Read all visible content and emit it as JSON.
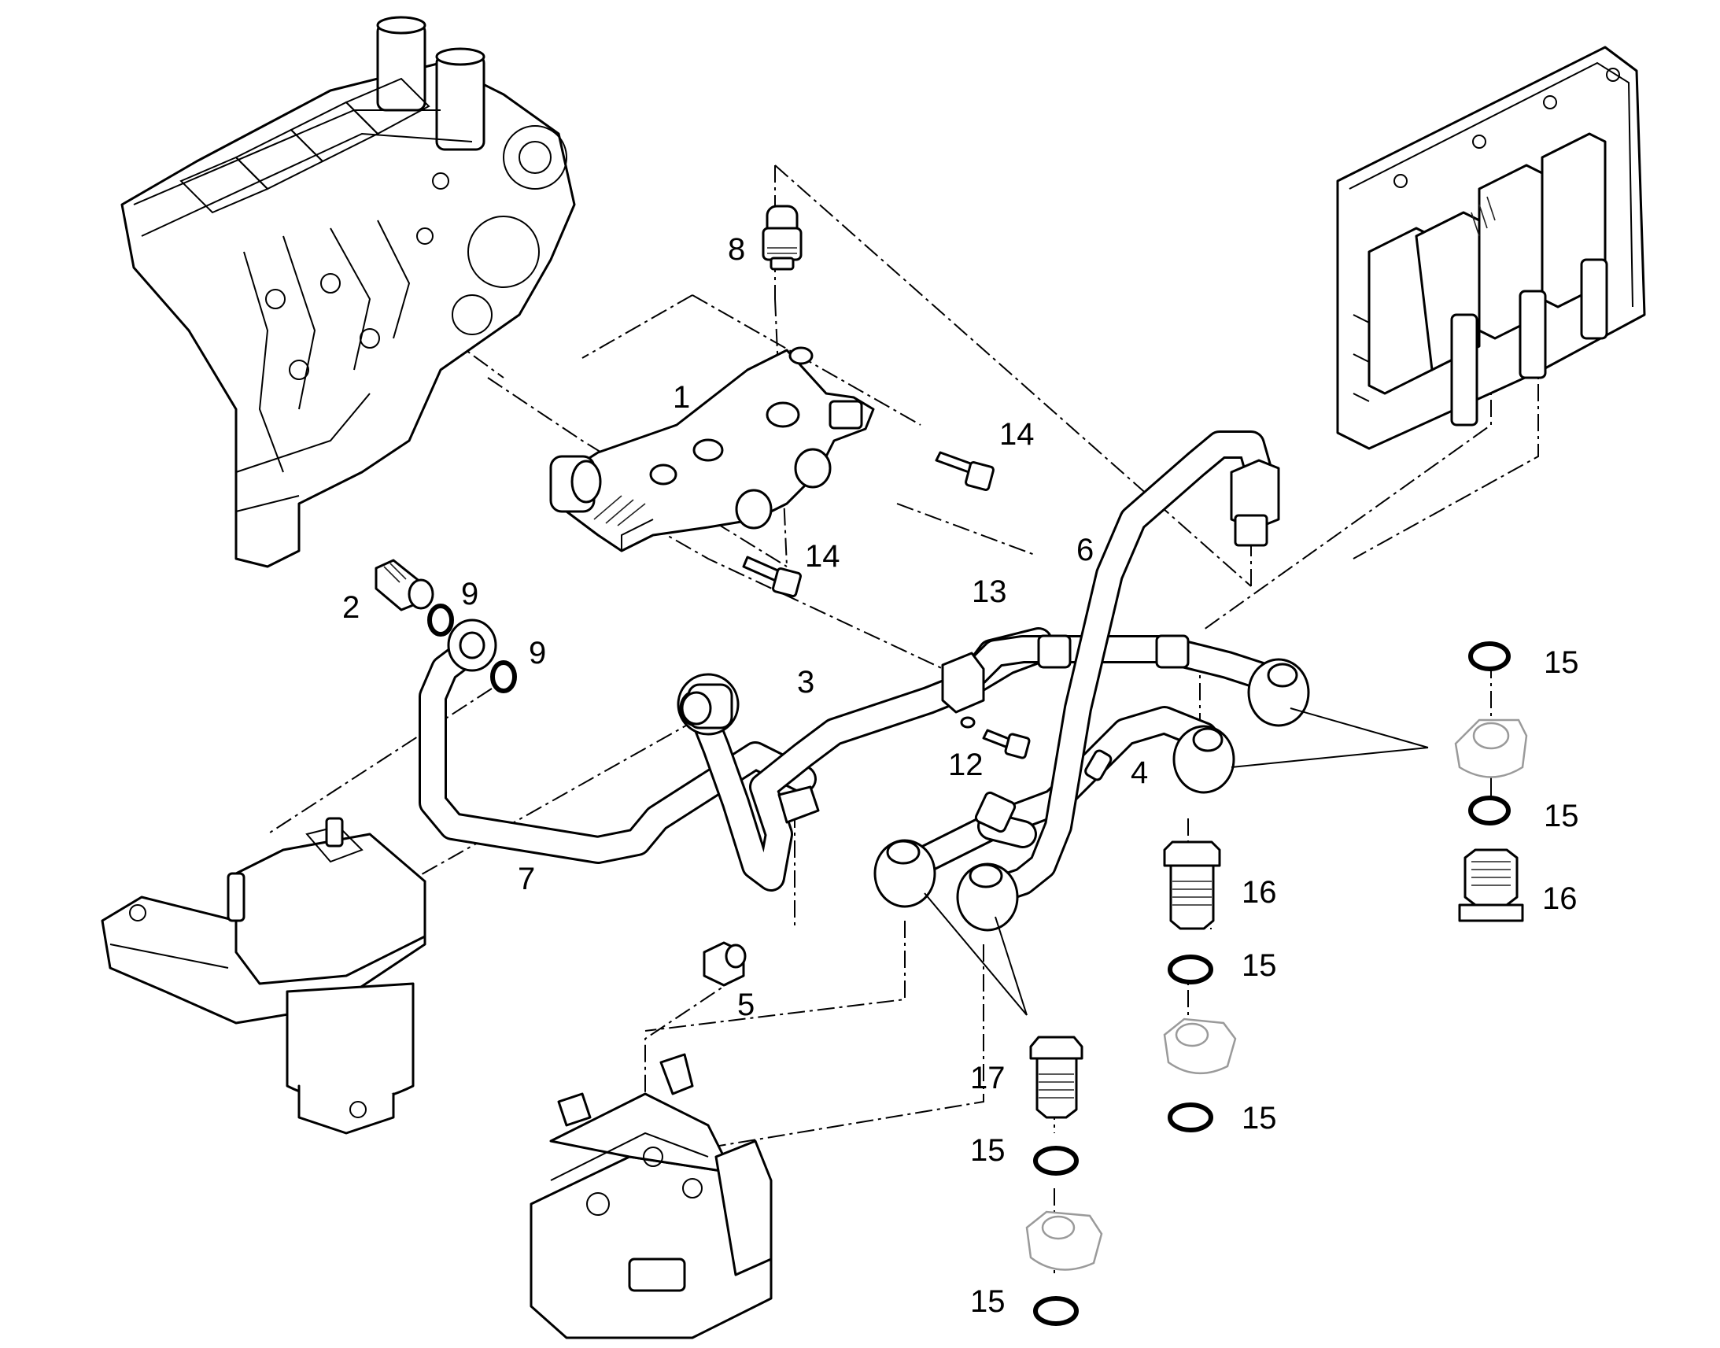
{
  "callouts": {
    "c1": "1",
    "c2": "2",
    "c3": "3",
    "c4": "4",
    "c5": "5",
    "c6": "6",
    "c7": "7",
    "c8": "8",
    "c9a": "9",
    "c9b": "9",
    "c12": "12",
    "c13": "13",
    "c14a": "14",
    "c14b": "14",
    "c15a": "15",
    "c15b": "15",
    "c15c": "15",
    "c15d": "15",
    "c15e": "15",
    "c15f": "15",
    "c16a": "16",
    "c16b": "16",
    "c17": "17"
  }
}
